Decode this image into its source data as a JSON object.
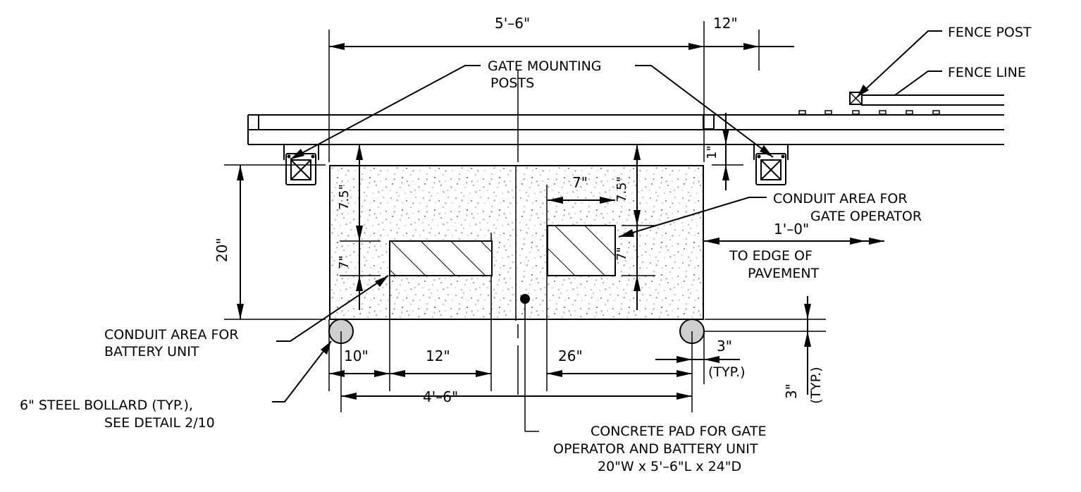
{
  "callouts": {
    "gate_mounting_posts_1": "GATE MOUNTING",
    "gate_mounting_posts_2": "POSTS",
    "fence_post": "FENCE POST",
    "fence_line": "FENCE LINE",
    "conduit_operator_1": "CONDUIT AREA FOR",
    "conduit_operator_2": "GATE OPERATOR",
    "edge_pavement_1": "TO EDGE OF",
    "edge_pavement_2": "PAVEMENT",
    "conduit_battery_1": "CONDUIT AREA FOR",
    "conduit_battery_2": "BATTERY UNIT",
    "bollard_1": "6\" STEEL BOLLARD (TYP.),",
    "bollard_2": "SEE DETAIL 2/10",
    "pad_1": "CONCRETE PAD FOR GATE",
    "pad_2": "OPERATOR AND BATTERY UNIT",
    "pad_3": "20\"W x 5'–6\"L x 24\"D"
  },
  "dimensions": {
    "overall_length": "5'–6\"",
    "right_offset": "12\"",
    "pad_width": "20\"",
    "gap_left_top": "7.5\"",
    "gap_right_top": "7.5\"",
    "conduit_height_left": "7\"",
    "conduit_height_right": "7\"",
    "conduit_gap": "7\"",
    "small_offset": "1\"",
    "edge_distance": "1'–0\"",
    "left_10": "10\"",
    "left_12": "12\"",
    "right_26": "26\"",
    "bollard_spacing": "4'–6\"",
    "bollard_offset_h": "3\"",
    "bollard_offset_h_typ": "(TYP.)",
    "bollard_offset_v": "3\"",
    "bollard_offset_v_typ": "(TYP.)"
  }
}
